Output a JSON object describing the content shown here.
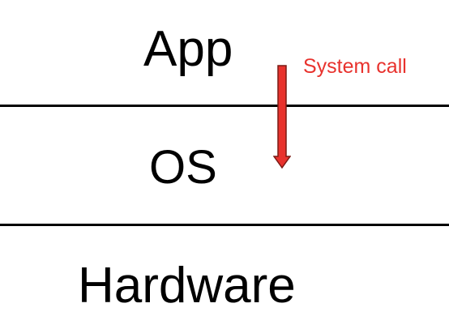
{
  "layers": {
    "app": "App",
    "os": "OS",
    "hardware": "Hardware"
  },
  "annotation": {
    "label": "System call",
    "color": "#e8322d",
    "arrow_fill": "#e8322d",
    "arrow_stroke": "#7a1a14",
    "direction": "down"
  }
}
